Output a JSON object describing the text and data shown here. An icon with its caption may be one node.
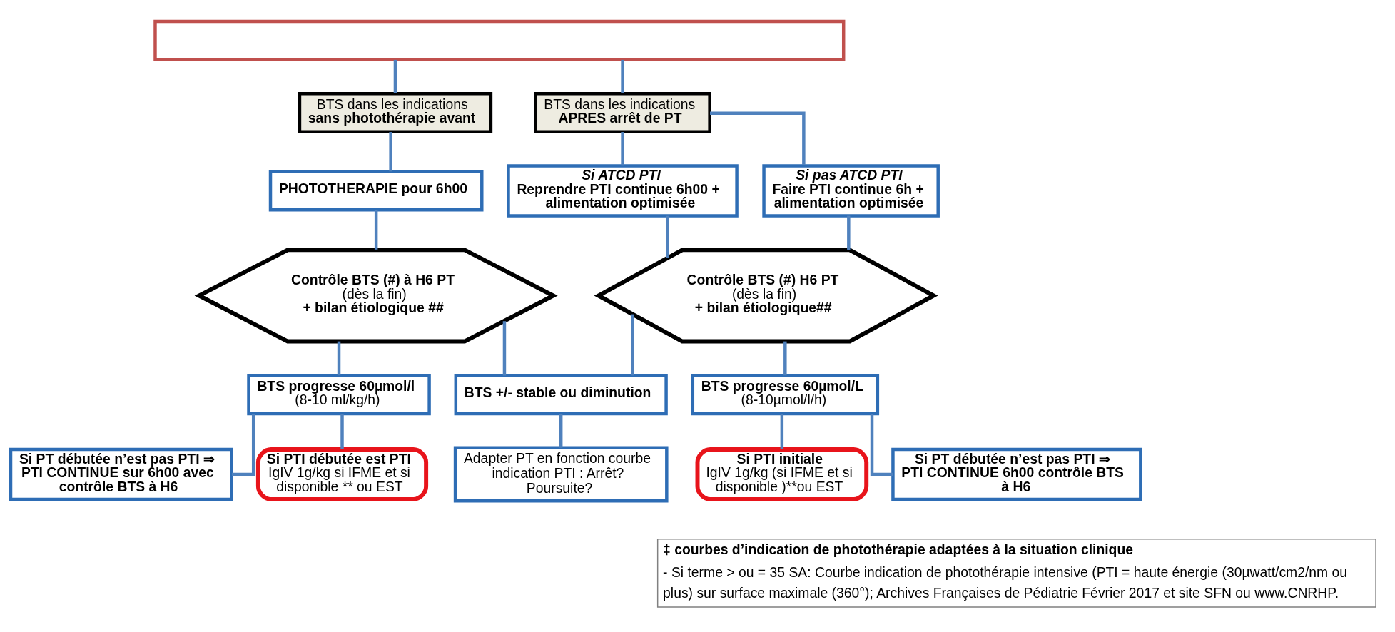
{
  "diagram": {
    "nodes": [
      {
        "text": [],
        "shape": "box"
      },
      {
        "text": [
          "BTS dans les indications",
          "sans photothérapie avant"
        ]
      },
      {
        "text": [
          "BTS dans les indications",
          "APRES arrêt de PT"
        ]
      },
      {
        "text": [
          "PHOTOTHERAPIE pour 6h00"
        ]
      },
      {
        "text": [
          "Si ATCD PTI",
          "Reprendre PTI continue 6h00 + alimentation optimisée"
        ]
      },
      {
        "text": [
          "Si pas ATCD PTI",
          "Faire PTI continue 6h + alimentation optimisée"
        ]
      },
      {
        "text": [
          "Contrôle BTS (#) à H6 PT",
          "(dès la fin)",
          "+ bilan étiologique ##"
        ]
      },
      {
        "text": [
          "Contrôle BTS (#) H6 PT",
          "(dès la fin)",
          "+ bilan étiologique##"
        ]
      },
      {
        "text": [
          "BTS progresse 60µmol/l",
          "(8-10 ml/kg/h)"
        ]
      },
      {
        "text": [
          "BTS +/- stable ou diminution"
        ]
      },
      {
        "text": [
          "BTS progresse 60µmol/L",
          "(8-10µmol/l/h)"
        ]
      },
      {
        "text": [
          "Si PT débutée n’est pas PTI ⇒ PTI CONTINUE sur 6h00 avec contrôle BTS à H6"
        ]
      },
      {
        "text": [
          "Si PTI débutée est PTI",
          "IgIV 1g/kg si IFME et si disponible ** ou EST"
        ]
      },
      {
        "text": [
          "Adapter PT en fonction courbe indication PTI : Arrêt? Poursuite?"
        ]
      },
      {
        "text": [
          "Si PTI initiale",
          "IgIV 1g/kg (si IFME et si disponible )**ou EST"
        ]
      },
      {
        "text": [
          "Si PT débutée n’est pas PTI ⇒ PTI CONTINUE 6h00 contrôle BTS à H6"
        ]
      }
    ],
    "edges": [
      {
        "from": 0,
        "to": 1,
        "arrow": "none"
      },
      {
        "from": 0,
        "to": 2,
        "arrow": "none"
      },
      {
        "from": 1,
        "to": 3,
        "arrow": "none"
      },
      {
        "from": 2,
        "to": 4,
        "arrow": "none"
      },
      {
        "from": 2,
        "to": 5,
        "arrow": "none"
      },
      {
        "from": 3,
        "to": 6,
        "arrow": "none"
      },
      {
        "from": 4,
        "to": 7,
        "arrow": "none"
      },
      {
        "from": 5,
        "to": 7,
        "arrow": "none"
      },
      {
        "from": 6,
        "to": 8,
        "arrow": "none"
      },
      {
        "from": 6,
        "to": 9,
        "arrow": "none"
      },
      {
        "from": 7,
        "to": 9,
        "arrow": "none"
      },
      {
        "from": 7,
        "to": 10,
        "arrow": "none"
      },
      {
        "from": 8,
        "to": 11,
        "arrow": "none"
      },
      {
        "from": 8,
        "to": 12,
        "arrow": "none"
      },
      {
        "from": 9,
        "to": 13,
        "arrow": "none"
      },
      {
        "from": 10,
        "to": 14,
        "arrow": "none"
      },
      {
        "from": 10,
        "to": 15,
        "arrow": "none"
      }
    ],
    "labels": [
      "‡ courbes d’indication de photothérapie adaptées à la situation clinique",
      "- Si terme > ou = 35 SA: Courbe indication de photothérapie intensive (PTI = haute énergie (30µwatt/cm2/nm ou plus) sur surface maximale (360°); Archives Françaises de Pédiatrie Février 2017 et site SFN ou www.CNRHP."
    ]
  }
}
